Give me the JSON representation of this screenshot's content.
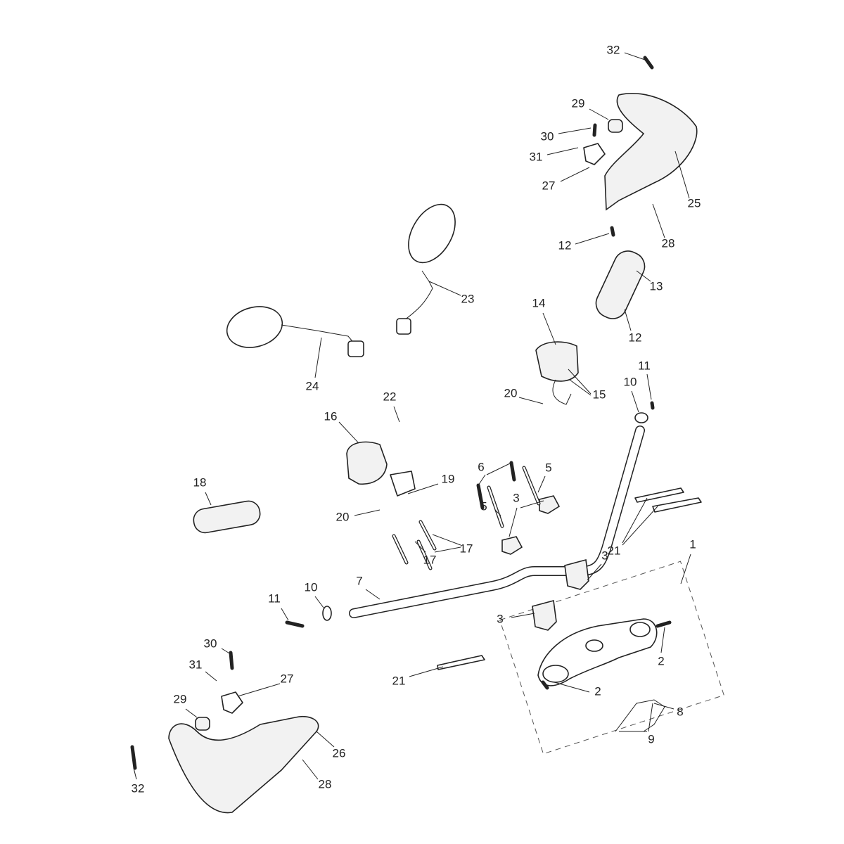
{
  "diagram": {
    "title": "Handlebar and controls exploded parts diagram",
    "callouts": [
      "32",
      "29",
      "30",
      "31",
      "27",
      "25",
      "28",
      "12",
      "13",
      "23",
      "14",
      "12",
      "11",
      "10",
      "15",
      "20",
      "24",
      "22",
      "16",
      "6",
      "5",
      "18",
      "19",
      "3",
      "5",
      "20",
      "21",
      "1",
      "3",
      "17",
      "17",
      "7",
      "11",
      "10",
      "3",
      "30",
      "2",
      "31",
      "27",
      "21",
      "29",
      "2",
      "8",
      "9",
      "26",
      "28",
      "32"
    ]
  }
}
